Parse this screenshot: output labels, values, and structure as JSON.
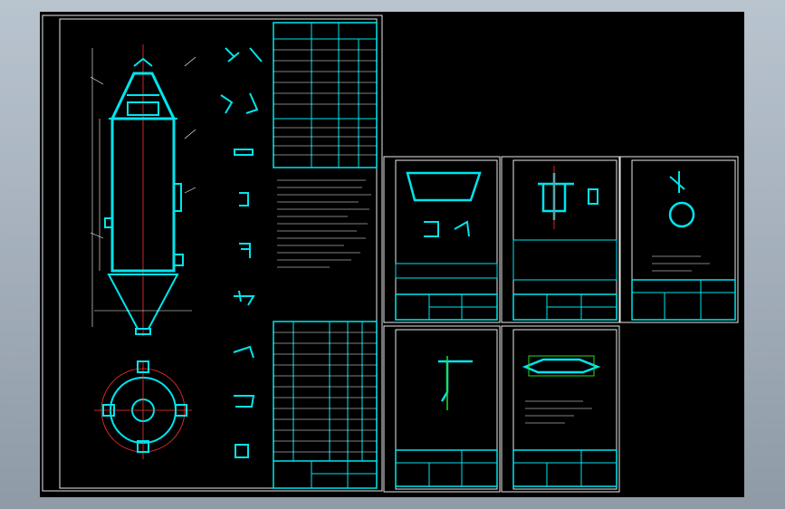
{
  "viewer": {
    "background_top": "#b9c4cf",
    "background_bottom": "#8f9aa7",
    "canvas_color": "#000000"
  },
  "drawing": {
    "line_colors": {
      "border": "#e8e8e8",
      "outline": "#00e5ee",
      "centerline": "#ff3030",
      "section": "#20e020"
    },
    "sheets": [
      {
        "id": "main-assembly",
        "content": "vessel-elevation-and-plan"
      },
      {
        "id": "detail-sheet-1",
        "content": "head-detail"
      },
      {
        "id": "detail-sheet-2",
        "content": "nozzle-detail"
      },
      {
        "id": "detail-sheet-3",
        "content": "ring-detail"
      },
      {
        "id": "detail-sheet-4",
        "content": "bracket-detail"
      },
      {
        "id": "detail-sheet-5",
        "content": "support-plate-detail"
      }
    ]
  }
}
